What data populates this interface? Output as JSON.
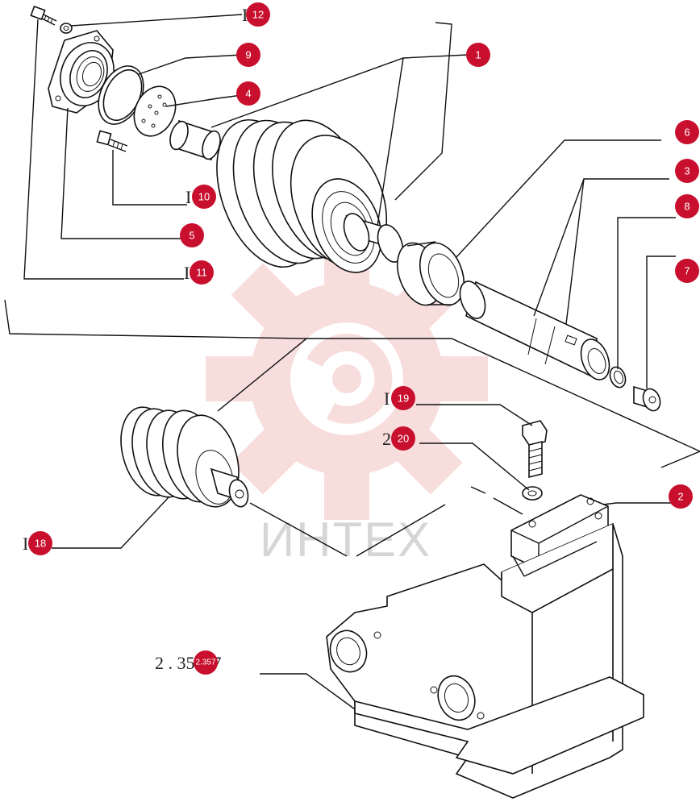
{
  "diagram": {
    "watermark": "ИНТЕХ",
    "drawing_reference": "2 . 35 5 7",
    "drawing_reference_badge": "2.357",
    "callouts": [
      {
        "id": "12",
        "label": "12",
        "prefix": "I"
      },
      {
        "id": "9",
        "label": "9",
        "prefix": ""
      },
      {
        "id": "1",
        "label": "1",
        "prefix": ""
      },
      {
        "id": "4",
        "label": "4",
        "prefix": ""
      },
      {
        "id": "6",
        "label": "6",
        "prefix": ""
      },
      {
        "id": "3",
        "label": "3",
        "prefix": ""
      },
      {
        "id": "8",
        "label": "8",
        "prefix": ""
      },
      {
        "id": "7",
        "label": "7",
        "prefix": ""
      },
      {
        "id": "10",
        "label": "10",
        "prefix": "I"
      },
      {
        "id": "5",
        "label": "5",
        "prefix": ""
      },
      {
        "id": "11",
        "label": "11",
        "prefix": "I"
      },
      {
        "id": "19",
        "label": "19",
        "prefix": "I"
      },
      {
        "id": "20",
        "label": "20",
        "prefix": "2"
      },
      {
        "id": "2",
        "label": "2",
        "prefix": ""
      },
      {
        "id": "18",
        "label": "18",
        "prefix": "I"
      }
    ],
    "colors": {
      "badge": "#c8102e",
      "line": "#111111",
      "watermark_gear": "#f3c2c2",
      "watermark_text": "#d6d6d6"
    }
  }
}
